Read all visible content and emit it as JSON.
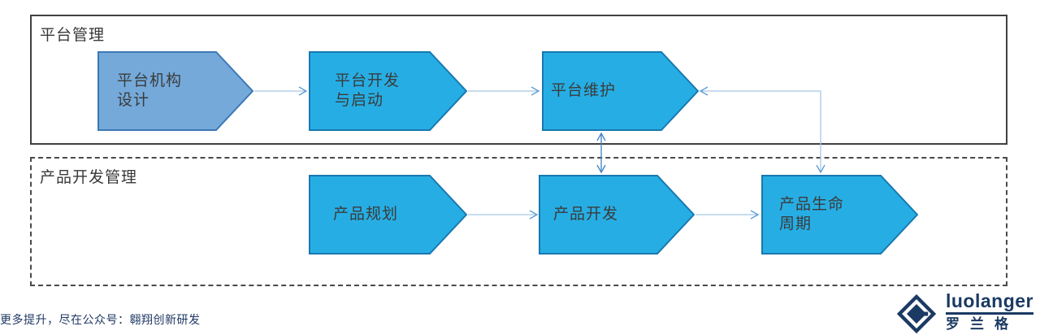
{
  "diagram": {
    "type": "process-flow-swimlanes",
    "lanes": [
      {
        "title": "平台管理",
        "border_style": "solid"
      },
      {
        "title": "产品开发管理",
        "border_style": "dashed"
      }
    ],
    "shapes": [
      {
        "id": "platform-structure-design",
        "lane": "平台管理",
        "label": "平台机构\n设计",
        "fill": "#74A9DA",
        "stroke": "#3C79B5"
      },
      {
        "id": "platform-dev-launch",
        "lane": "平台管理",
        "label": "平台开发\n与启动",
        "fill": "#26AEE4",
        "stroke": "#1878B0"
      },
      {
        "id": "platform-maintenance",
        "lane": "平台管理",
        "label": "平台维护",
        "fill": "#26AEE4",
        "stroke": "#1878B0"
      },
      {
        "id": "product-planning",
        "lane": "产品开发管理",
        "label": "产品规划",
        "fill": "#26AEE4",
        "stroke": "#1878B0"
      },
      {
        "id": "product-development",
        "lane": "产品开发管理",
        "label": "产品开发",
        "fill": "#26AEE4",
        "stroke": "#1878B0"
      },
      {
        "id": "product-lifecycle",
        "lane": "产品开发管理",
        "label": "产品生命\n周期",
        "fill": "#26AEE4",
        "stroke": "#1878B0"
      }
    ],
    "connectors": [
      {
        "from": "platform-structure-design",
        "to": "platform-dev-launch",
        "type": "arrow-right"
      },
      {
        "from": "platform-dev-launch",
        "to": "platform-maintenance",
        "type": "arrow-right"
      },
      {
        "from": "platform-maintenance",
        "to": "product-development",
        "type": "double-arrow-vertical"
      },
      {
        "from": "product-lifecycle",
        "to": "platform-maintenance",
        "type": "elbow-double-arrow"
      },
      {
        "from": "product-planning",
        "to": "product-development",
        "type": "arrow-right"
      },
      {
        "from": "product-development",
        "to": "product-lifecycle",
        "type": "arrow-right"
      }
    ]
  },
  "footer": {
    "note": "更多提升，尽在公众号：翱翔创新研发"
  },
  "logo": {
    "latin": "luolanger",
    "cjk": "罗兰格",
    "color": "#1B3A63"
  },
  "colors": {
    "process_cyan": "#26AEE4",
    "process_cyan_stroke": "#1878B0",
    "process_blue": "#74A9DA",
    "process_blue_stroke": "#3C79B5",
    "lane_border": "#404040",
    "connector_light": "#A6C6E7",
    "connector_head": "#5B9BD5",
    "connector_strong": "#3E83C4",
    "shape_text": "#3B3B3B",
    "footer_navy": "#1F3864"
  }
}
